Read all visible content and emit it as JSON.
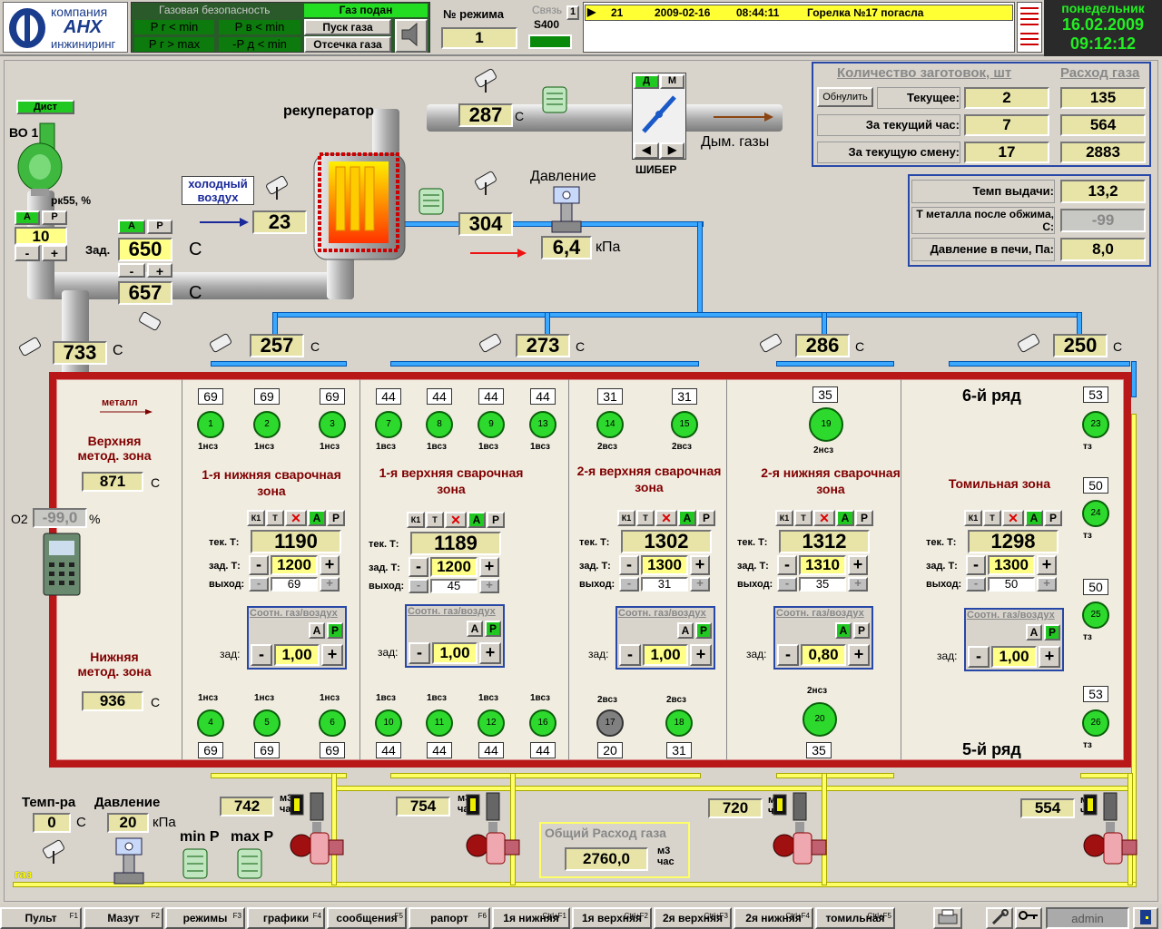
{
  "header": {
    "logo_line1": "компания",
    "logo_brand": "АНХ",
    "logo_line2": "инжиниринг",
    "gas_safety_title": "Газовая безопасность",
    "gas_on": "Газ подан",
    "pr_min": "P г < min",
    "pv_min": "P в < min",
    "pr_max": "P г > max",
    "pd_min": "-P д < min",
    "start_gas": "Пуск газа",
    "cutoff_gas": "Отсечка газа",
    "mode_label": "№ режима",
    "mode_value": "1",
    "link_label": "Связь",
    "link_device": "S400",
    "link_count": "1",
    "alarm": {
      "num": "21",
      "date": "2009-02-16",
      "time": "08:44:11",
      "text": "Горелка №17 погасла"
    },
    "weekday": "понедельник",
    "date": "16.02.2009",
    "clock": "09:12:12"
  },
  "top": {
    "dist": "Дист",
    "fan": "ВО 1",
    "rk": "рк55, %",
    "fan_value": "10",
    "recuperator": "рекуператор",
    "t_recup": "287",
    "t_recup_unit": "С",
    "shiber": "ШИБЕР",
    "smoke": "Дым. газы",
    "cold_air": "холодный воздух",
    "t_cold": "23",
    "t_hot": "304",
    "pressure_title": "Давление",
    "pressure": "6,4",
    "pressure_unit": "кПа",
    "zad_label": "Зад.",
    "zad_value": "650",
    "zad_unit": "С",
    "t_657": "657",
    "t_657_unit": "С",
    "t_733": "733",
    "t_733_unit": "С",
    "t_257": "257",
    "t_273": "273",
    "t_286": "286",
    "t_250": "250",
    "c": "С"
  },
  "counts": {
    "title": "Количество заготовок, шт",
    "gas_title": "Расход газа",
    "reset": "Обнулить",
    "rows": [
      {
        "label": "Текущее:",
        "count": "2",
        "gas": "135"
      },
      {
        "label": "За текущий час:",
        "count": "7",
        "gas": "564"
      },
      {
        "label": "За текущую смену:",
        "count": "17",
        "gas": "2883"
      }
    ]
  },
  "params": [
    {
      "label": "Темп выдачи:",
      "value": "13,2"
    },
    {
      "label": "Т металла после обжима, С:",
      "value": "-99"
    },
    {
      "label": "Давление в печи, Па:",
      "value": "8,0"
    }
  ],
  "furnace": {
    "metal": "металл",
    "upper_method": "Верхняя метод. зона",
    "upper_method_t": "871",
    "lower_method": "Нижняя метод. зона",
    "lower_method_t": "936",
    "o2_label": "О2",
    "o2_value": "-99,0",
    "o2_unit": "%",
    "row6": "6-й ряд",
    "row5": "5-й ряд",
    "zones": [
      {
        "name": "1-я нижняя сварочная зона",
        "cur": "1190",
        "set": "1200",
        "out": "69",
        "ratio": "1,00"
      },
      {
        "name": "1-я верхняя сварочная зона",
        "cur": "1189",
        "set": "1200",
        "out": "45",
        "ratio": "1,00"
      },
      {
        "name": "2-я верхняя сварочная зона",
        "cur": "1302",
        "set": "1300",
        "out": "31",
        "ratio": "1,00"
      },
      {
        "name": "2-я нижняя сварочная зона",
        "cur": "1312",
        "set": "1310",
        "out": "35",
        "ratio": "0,80"
      },
      {
        "name": "Томильная зона",
        "cur": "1298",
        "set": "1300",
        "out": "50",
        "ratio": "1,00"
      }
    ],
    "cur_label": "тек. Т:",
    "set_label": "зад. Т:",
    "out_label": "выход:",
    "ratio_title": "Соотн. газ/воздух",
    "ratio_set": "зад:",
    "k1": "К1",
    "t": "Т",
    "a": "А",
    "p": "Р",
    "minus": "-",
    "plus": "+",
    "top_nums": [
      "69",
      "69",
      "69",
      "44",
      "44",
      "44",
      "44",
      "31",
      "31",
      "35",
      "53",
      "50",
      "50"
    ],
    "bot_nums": [
      "69",
      "69",
      "69",
      "44",
      "44",
      "44",
      "44",
      "20",
      "31",
      "35",
      "53"
    ],
    "burner_labels_top": [
      "1нсз",
      "1нсз",
      "1нсз",
      "1всз",
      "1всз",
      "1всз",
      "1всз",
      "2всз",
      "2всз",
      "2нсз",
      "тз",
      "тз",
      "тз"
    ],
    "burner_labels_bot": [
      "1нсз",
      "1нсз",
      "1нсз",
      "1всз",
      "1всз",
      "1всз",
      "1всз",
      "2всз",
      "2всз",
      "2нсз",
      "тз"
    ]
  },
  "bottom": {
    "temp_label": "Темп-ра",
    "temp_value": "0",
    "temp_unit": "С",
    "press_label": "Давление",
    "press_value": "20",
    "press_unit": "кПа",
    "minp": "min P",
    "maxp": "max P",
    "gas": "газ",
    "flows": [
      "742",
      "754",
      "720",
      "554"
    ],
    "flow_unit_top": "м3",
    "flow_unit_bot": "час",
    "total_label": "Общий Расход газа",
    "total_value": "2760,0"
  },
  "footer": {
    "keys": [
      {
        "label": "Пульт",
        "key": "F1"
      },
      {
        "label": "Мазут",
        "key": "F2"
      },
      {
        "label": "режимы",
        "key": "F3"
      },
      {
        "label": "графики",
        "key": "F4"
      },
      {
        "label": "сообщения",
        "key": "F5"
      },
      {
        "label": "рапорт",
        "key": "F6"
      },
      {
        "label": "1я нижняя",
        "key": "Ctrl+F1"
      },
      {
        "label": "1я верхняя",
        "key": "Ctrl+F2"
      },
      {
        "label": "2я верхняя",
        "key": "Ctrl+F3"
      },
      {
        "label": "2я нижняя",
        "key": "Ctrl+F4"
      },
      {
        "label": "томильная",
        "key": "Ctrl+F5"
      }
    ],
    "user": "admin"
  }
}
